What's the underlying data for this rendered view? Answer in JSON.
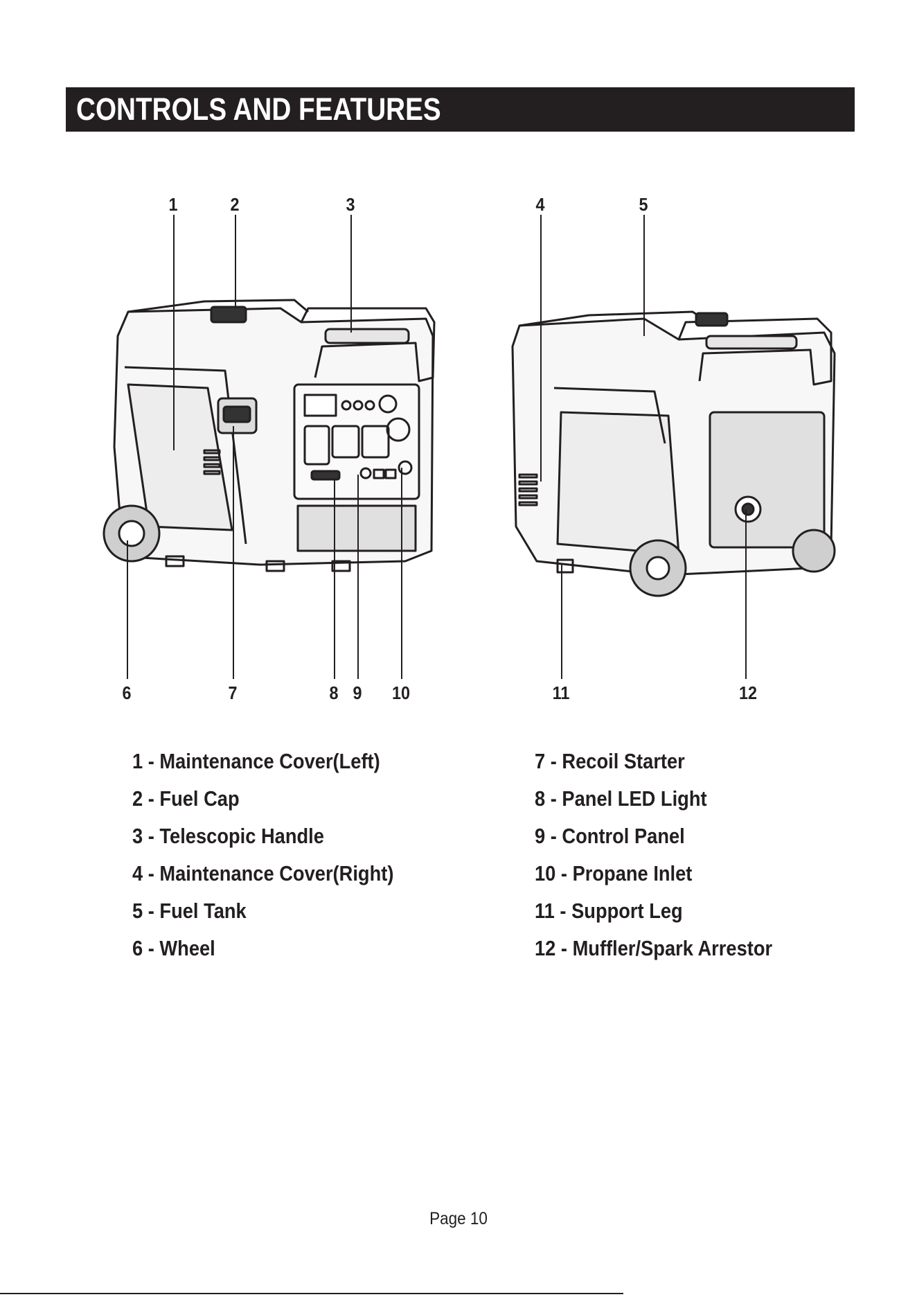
{
  "header": {
    "title": "CONTROLS AND FEATURES"
  },
  "callouts": {
    "c1": "1",
    "c2": "2",
    "c3": "3",
    "c4": "4",
    "c5": "5",
    "c6": "6",
    "c7": "7",
    "c8": "8",
    "c9": "9",
    "c10": "10",
    "c11": "11",
    "c12": "12"
  },
  "legend": {
    "left": [
      "1 - Maintenance Cover(Left)",
      "2 - Fuel Cap",
      "3 - Telescopic Handle",
      "4 - Maintenance Cover(Right)",
      "5 - Fuel Tank",
      "6 - Wheel"
    ],
    "right": [
      "7 - Recoil Starter",
      "8 - Panel LED Light",
      "9 - Control Panel",
      "10 - Propane Inlet",
      "11 - Support Leg",
      "12 - Muffler/Spark Arrestor"
    ]
  },
  "footer": {
    "page": "Page 10"
  }
}
